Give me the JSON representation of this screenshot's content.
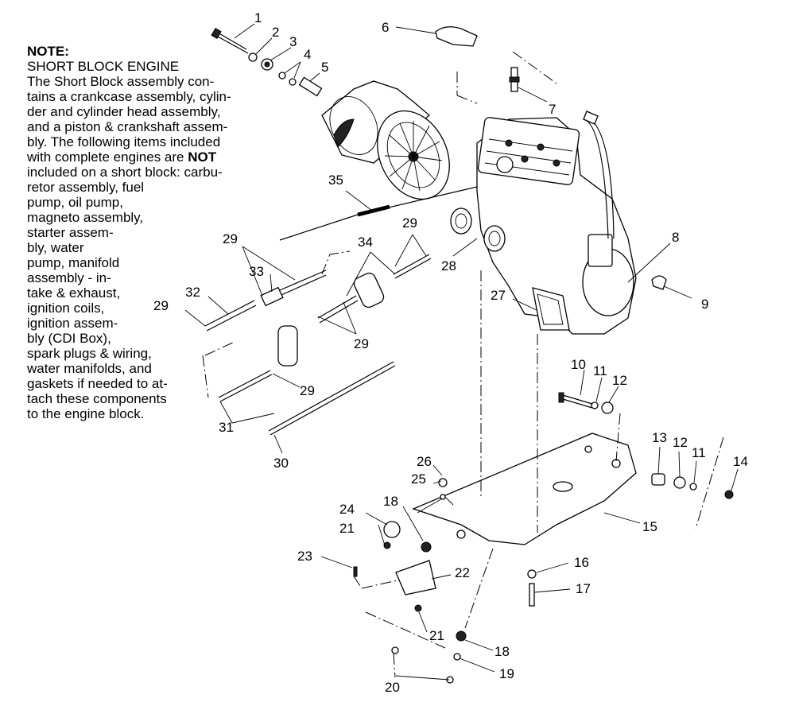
{
  "note": {
    "title": "NOTE:",
    "lines": [
      "SHORT BLOCK ENGINE",
      "The Short Block assembly con-",
      "tains a crankcase assembly, cylin-",
      "der and cylinder head assembly,",
      "and a piston & crankshaft assem-",
      "bly.  The following items included",
      "with complete engines are ",
      "included on a short block:  carbu-",
      "retor assembly, fuel",
      "pump, oil pump,",
      "magneto assembly,",
      "starter assem-",
      "bly, water",
      "pump, manifold",
      "assembly - in-",
      "take & exhaust,",
      "ignition coils,",
      "ignition assem-",
      "bly (CDI Box),",
      "spark plugs & wiring,",
      "water manifolds, and",
      "gaskets if needed to at-",
      "tach these components",
      "to the engine block."
    ],
    "emphasis": "NOT"
  },
  "callouts": [
    {
      "num": "1"
    },
    {
      "num": "2"
    },
    {
      "num": "3"
    },
    {
      "num": "4"
    },
    {
      "num": "5"
    },
    {
      "num": "6"
    },
    {
      "num": "7"
    },
    {
      "num": "8"
    },
    {
      "num": "9"
    },
    {
      "num": "10"
    },
    {
      "num": "11"
    },
    {
      "num": "12"
    },
    {
      "num": "13"
    },
    {
      "num": "12"
    },
    {
      "num": "11"
    },
    {
      "num": "14"
    },
    {
      "num": "15"
    },
    {
      "num": "16"
    },
    {
      "num": "17"
    },
    {
      "num": "18"
    },
    {
      "num": "18"
    },
    {
      "num": "19"
    },
    {
      "num": "20"
    },
    {
      "num": "21"
    },
    {
      "num": "21"
    },
    {
      "num": "22"
    },
    {
      "num": "23"
    },
    {
      "num": "24"
    },
    {
      "num": "25"
    },
    {
      "num": "26"
    },
    {
      "num": "27"
    },
    {
      "num": "28"
    },
    {
      "num": "29"
    },
    {
      "num": "29"
    },
    {
      "num": "29"
    },
    {
      "num": "29"
    },
    {
      "num": "29"
    },
    {
      "num": "29"
    },
    {
      "num": "30"
    },
    {
      "num": "31"
    },
    {
      "num": "32"
    },
    {
      "num": "33"
    },
    {
      "num": "34"
    },
    {
      "num": "35"
    }
  ]
}
